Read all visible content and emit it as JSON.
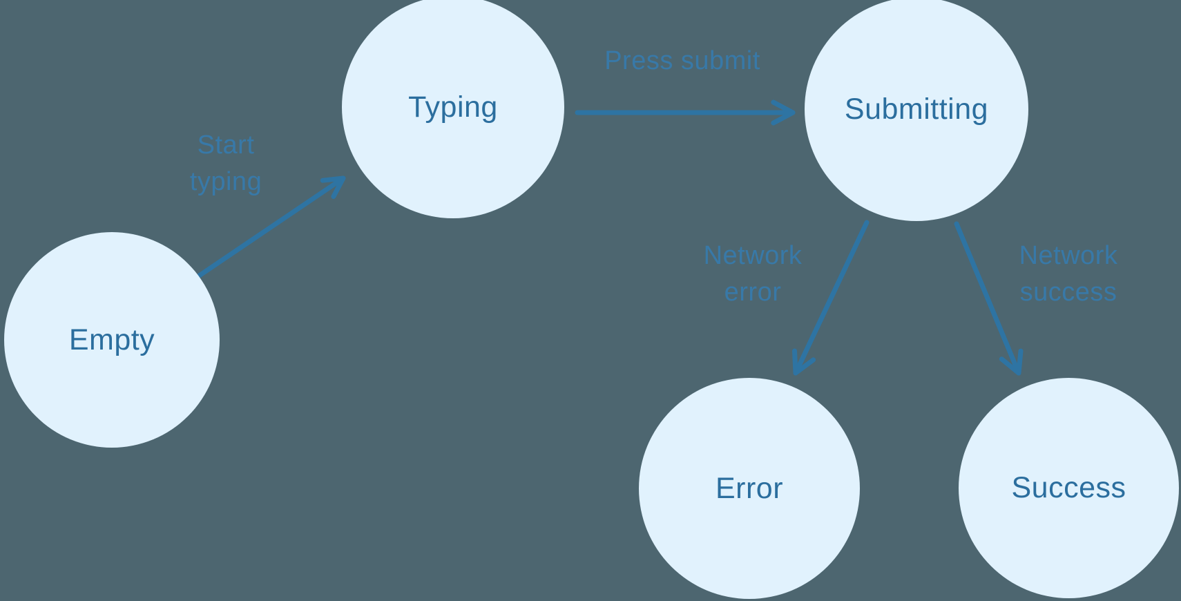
{
  "diagram": {
    "nodes": [
      {
        "id": "empty",
        "label": "Empty"
      },
      {
        "id": "typing",
        "label": "Typing"
      },
      {
        "id": "submitting",
        "label": "Submitting"
      },
      {
        "id": "error",
        "label": "Error"
      },
      {
        "id": "success",
        "label": "Success"
      }
    ],
    "edges": [
      {
        "from": "empty",
        "to": "typing",
        "label_lines": [
          "Start",
          "typing"
        ]
      },
      {
        "from": "typing",
        "to": "submitting",
        "label_lines": [
          "Press submit"
        ]
      },
      {
        "from": "submitting",
        "to": "error",
        "label_lines": [
          "Network",
          "error"
        ]
      },
      {
        "from": "submitting",
        "to": "success",
        "label_lines": [
          "Network",
          "success"
        ]
      }
    ],
    "colors": {
      "background": "#4D6670",
      "node_fill": "#E1F2FD",
      "node_text": "#2B6E9E",
      "arrow": "#2E74A3",
      "edge_label": "#3879A8"
    }
  }
}
